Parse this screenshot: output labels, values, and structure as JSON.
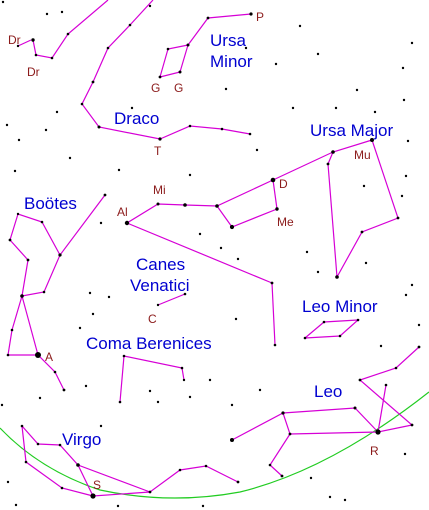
{
  "map": {
    "horizon_color": "#22cc22",
    "line_color": "#d600d6",
    "constellation_label_color": "#0000d0",
    "star_label_color": "#8b1a1a",
    "constellations": [
      {
        "id": "ursa-minor",
        "lines": [
          "Ursa",
          "Minor"
        ]
      },
      {
        "id": "draco",
        "lines": [
          "Draco"
        ]
      },
      {
        "id": "ursa-major",
        "lines": [
          "Ursa Major"
        ]
      },
      {
        "id": "bootes",
        "lines": [
          "Boötes"
        ]
      },
      {
        "id": "canes-venatici",
        "lines": [
          "Canes",
          "Venatici"
        ]
      },
      {
        "id": "leo-minor",
        "lines": [
          "Leo Minor"
        ]
      },
      {
        "id": "coma-berenices",
        "lines": [
          "Coma Berenices"
        ]
      },
      {
        "id": "leo",
        "lines": [
          "Leo"
        ]
      },
      {
        "id": "virgo",
        "lines": [
          "Virgo"
        ]
      }
    ],
    "star_labels": [
      {
        "id": "p",
        "text": "P"
      },
      {
        "id": "dr-1",
        "text": "Dr"
      },
      {
        "id": "dr-2",
        "text": "Dr"
      },
      {
        "id": "g-1",
        "text": "G"
      },
      {
        "id": "g-2",
        "text": "G"
      },
      {
        "id": "t",
        "text": "T"
      },
      {
        "id": "mu",
        "text": "Mu"
      },
      {
        "id": "mi",
        "text": "Mi"
      },
      {
        "id": "d",
        "text": "D"
      },
      {
        "id": "al",
        "text": "Al"
      },
      {
        "id": "me",
        "text": "Me"
      },
      {
        "id": "c",
        "text": "C"
      },
      {
        "id": "a",
        "text": "A"
      },
      {
        "id": "r",
        "text": "R"
      },
      {
        "id": "s",
        "text": "S"
      }
    ]
  }
}
